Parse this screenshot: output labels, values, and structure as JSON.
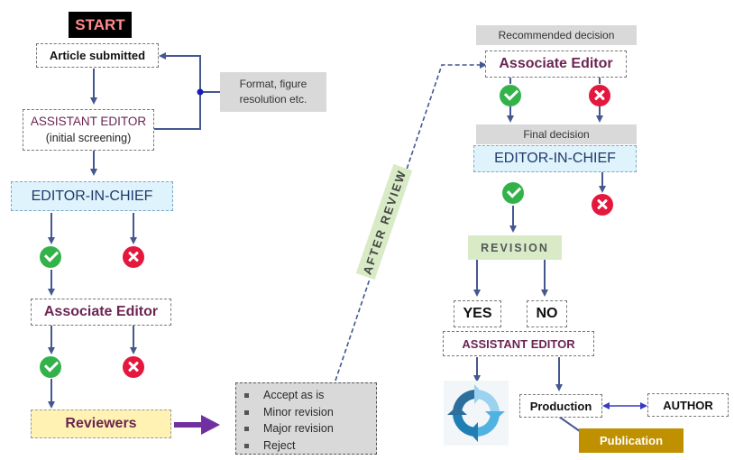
{
  "flow_left": {
    "start": "START",
    "article_submitted": "Article submitted",
    "format_note_line1": "Format, figure",
    "format_note_line2": "resolution etc.",
    "assistant_editor": "ASSISTANT EDITOR",
    "initial_screening": "(initial screening)",
    "editor_in_chief": "EDITOR-IN-CHIEF",
    "associate_editor": "Associate Editor",
    "reviewers": "Reviewers"
  },
  "review_options": [
    "Accept as is",
    "Minor revision",
    "Major revision",
    "Reject"
  ],
  "after_review": "AFTER REVIEW",
  "flow_right": {
    "recommended_decision": "Recommended decision",
    "associate_editor": "Associate Editor",
    "final_decision": "Final decision",
    "editor_in_chief": "EDITOR-IN-CHIEF",
    "revision": "REVISION",
    "yes": "YES",
    "no": "NO",
    "assistant_editor": "ASSISTANT EDITOR",
    "production": "Production",
    "author": "AUTHOR",
    "publication": "Publication"
  },
  "icons": {
    "approve": "check-circle-icon",
    "reject": "x-circle-icon",
    "cycle": "cycle-arrows-icon"
  },
  "colors": {
    "arrow": "#44578f",
    "approve": "#33b24a",
    "reject": "#e4173d",
    "editor_in_chief_fill": "#dff3fc",
    "reviewers_fill": "#fff2b3",
    "revision_fill": "#d8ebc6",
    "publication_fill": "#bf9000",
    "reviewers_arrow": "#7030a0",
    "start_bg": "#000000",
    "start_text": "#ff8b8b"
  }
}
